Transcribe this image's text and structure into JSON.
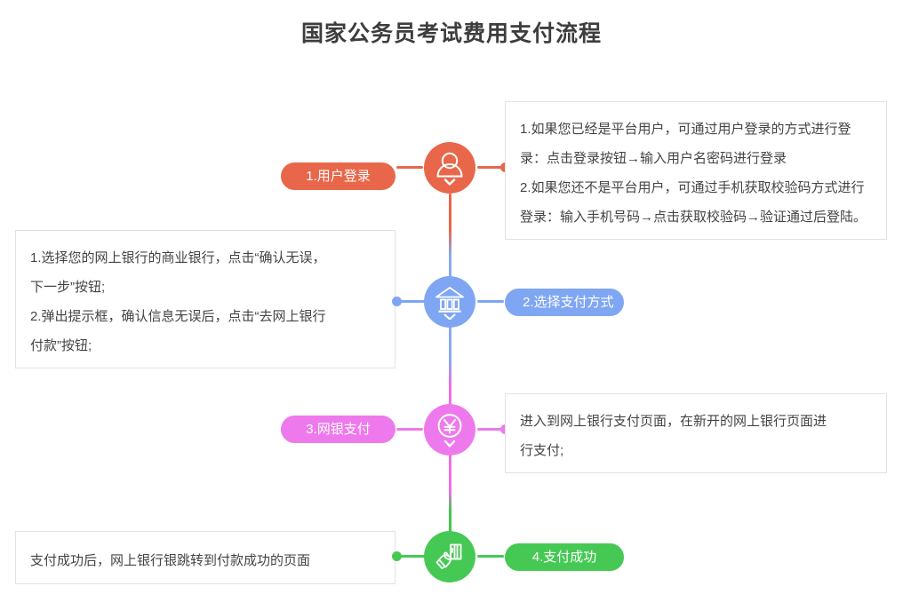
{
  "header": {
    "title": "国家公务员考试费用支付流程"
  },
  "colors": {
    "step1": "#e8674a",
    "step2": "#7fa6f2",
    "step3": "#ee79ec",
    "step4": "#46c954",
    "box_border": "#e2e2e2",
    "text": "#444444",
    "title": "#3d3d3d"
  },
  "steps": [
    {
      "id": "step-1",
      "label": "1.用户登录",
      "icon": "user-icon",
      "color": "#e8674a",
      "side": "right",
      "lines": [
        "1.如果您已经是平台用户，可通过用户登录的方式进行登",
        "录：点击登录按钮→输入用户名密码进行登录",
        "2.如果您还不是平台用户，可通过手机获取校验码方式进行",
        "登录：输入手机号码→点击获取校验码→验证通过后登陆。"
      ]
    },
    {
      "id": "step-2",
      "label": "2.选择支付方式",
      "icon": "bank-icon",
      "color": "#7fa6f2",
      "side": "left",
      "lines": [
        "1.选择您的网上银行的商业银行，点击“确认无误，",
        "下一步”按钮;",
        "2.弹出提示框，确认信息无误后，点击“去网上银行",
        "付款”按钮;"
      ]
    },
    {
      "id": "step-3",
      "label": "3.网银支付",
      "icon": "yuan-currency-icon",
      "color": "#ee79ec",
      "side": "right",
      "lines": [
        "进入到网上银行支付页面，在新开的网上银行页面进",
        "行支付;"
      ]
    },
    {
      "id": "step-4",
      "label": "4.支付成功",
      "icon": "hand-card-icon",
      "color": "#46c954",
      "side": "left",
      "lines": [
        "支付成功后，网上银行银跳转到付款成功的页面"
      ]
    }
  ]
}
